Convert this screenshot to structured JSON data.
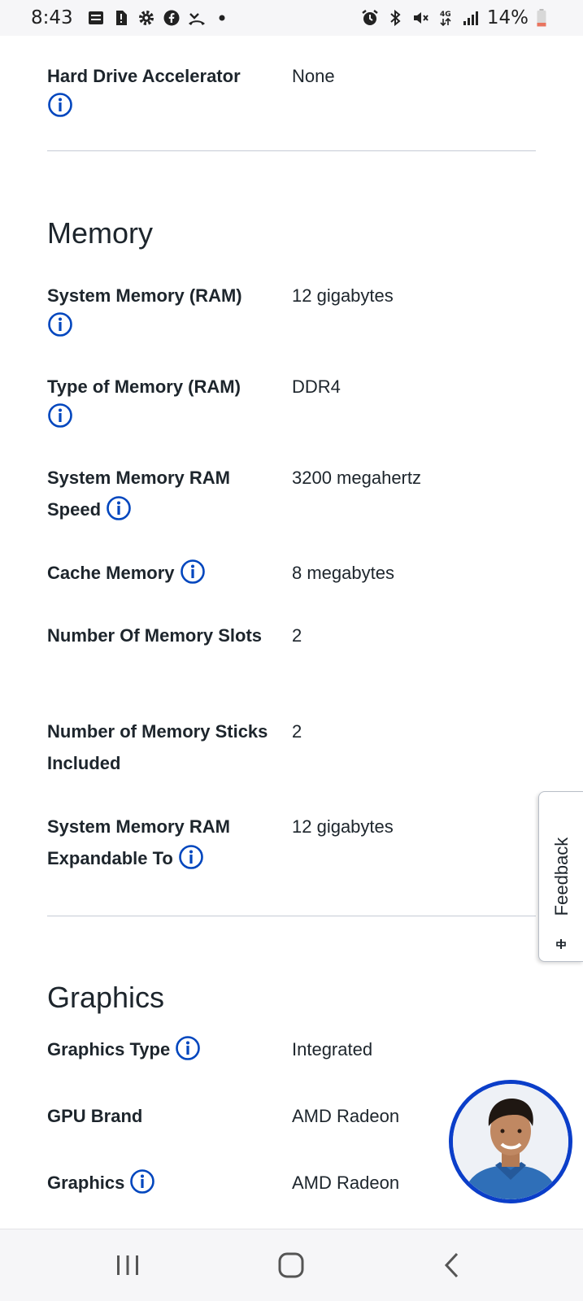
{
  "status_bar": {
    "time": "8:43",
    "battery": "14%",
    "left_icons": [
      "message-icon",
      "sim-alert-icon",
      "gear-icon",
      "facebook-icon",
      "missed-call-icon",
      "dot-icon"
    ],
    "right_icons": [
      "alarm-icon",
      "bluetooth-icon",
      "mute-icon",
      "data-icon",
      "signal-icon",
      "battery-icon"
    ]
  },
  "top_row": {
    "label": "Hard Drive Accelerator",
    "value": "None"
  },
  "memory": {
    "title": "Memory",
    "rows": [
      {
        "label": "System Memory (RAM)",
        "value": "12 gigabytes"
      },
      {
        "label": "Type of Memory (RAM)",
        "value": "DDR4"
      },
      {
        "label": "System Memory RAM Speed",
        "value": "3200 megahertz"
      },
      {
        "label": "Cache Memory",
        "value": "8 megabytes"
      },
      {
        "label": "Number Of Memory Slots",
        "value": "2"
      },
      {
        "label": "Number of Memory Sticks Included",
        "value": "2"
      },
      {
        "label": "System Memory RAM Expandable To",
        "value": "12 gigabytes"
      }
    ]
  },
  "graphics": {
    "title": "Graphics",
    "rows": [
      {
        "label": "Graphics Type",
        "value": "Integrated"
      },
      {
        "label": "GPU Brand",
        "value": "AMD Radeon"
      },
      {
        "label": "Graphics",
        "value": "AMD Radeon"
      }
    ]
  },
  "feedback": {
    "label": "Feedback"
  },
  "colors": {
    "accent": "#0046be",
    "text": "#1d252c",
    "divider": "#c5cbd5",
    "avatar_ring": "#0b3ec9"
  },
  "nav_bar": {
    "buttons": [
      "recent-apps-icon",
      "home-icon",
      "back-icon"
    ]
  }
}
